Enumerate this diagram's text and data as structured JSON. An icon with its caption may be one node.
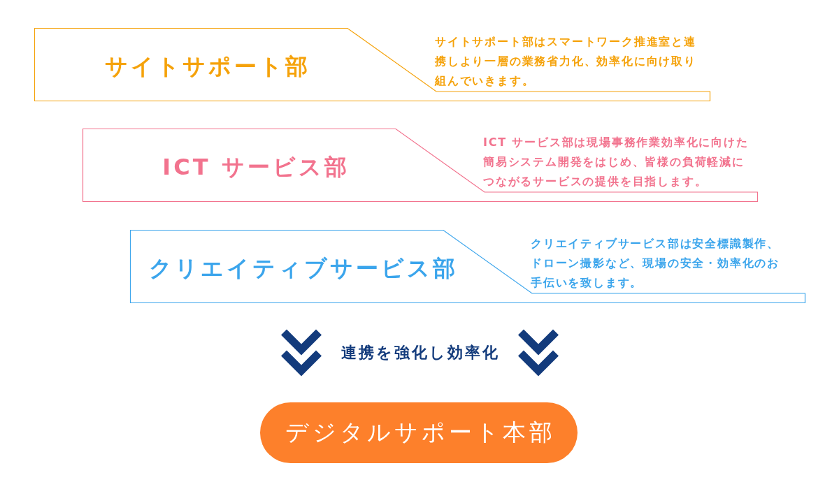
{
  "diagram": {
    "nodes": [
      {
        "text": [
          "サイトサポート部",
          "サイトサポート部はスマートワーク推進室と連携しより一層の業務省力化、効率化に向け取り組んでいきます。"
        ]
      },
      {
        "text": [
          "ICT サービス部",
          "ICT サービス部は現場事務作業効率化に向けた簡易システム開発をはじめ、皆様の負荷軽減につながるサービスの提供を目指します。"
        ]
      },
      {
        "text": [
          "クリエイティブサービス部",
          "クリエイティブサービス部は安全標識製作、ドローン撮影など、現場の安全・効率化のお手伝いを致します。"
        ]
      },
      {
        "text": [
          "デジタルサポート本部"
        ]
      }
    ],
    "edges": [
      {
        "from": 2,
        "to": 3,
        "arrow": "to",
        "label": "連携を強化し効率化"
      },
      {
        "from": 2,
        "to": 3,
        "arrow": "to"
      }
    ]
  }
}
